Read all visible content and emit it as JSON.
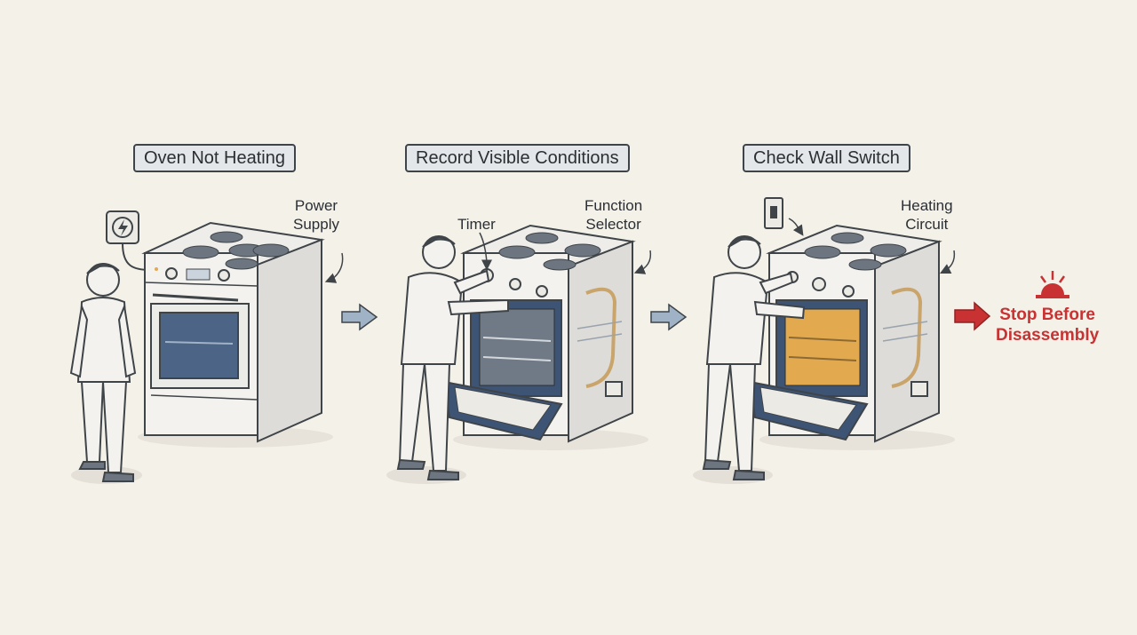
{
  "colors": {
    "background": "#f4f1e9",
    "title_fill": "#e3e7ea",
    "outline": "#3f4448",
    "oven_window": "#3e5474",
    "heating_glow": "#e2a94f",
    "coil": "#c9a46b",
    "flow_arrow": "#9fb2c6",
    "stop": "#c83232"
  },
  "steps": [
    {
      "title": "Oven Not Heating",
      "callouts": [
        {
          "text": "Power\nSupply"
        }
      ]
    },
    {
      "title": "Record Visible Conditions",
      "callouts": [
        {
          "text": "Timer"
        },
        {
          "text": "Function\nSelector"
        }
      ]
    },
    {
      "title": "Check Wall Switch",
      "callouts": [
        {
          "text": "Heating\nCircuit"
        }
      ]
    }
  ],
  "stop": {
    "text": "Stop Before\nDisassembly",
    "icon": "warning-light-icon"
  },
  "icons": {
    "power_outlet": "lightning-bolt-icon",
    "wall_switch": "light-switch-icon",
    "arrows": "arrow-right-icon"
  }
}
